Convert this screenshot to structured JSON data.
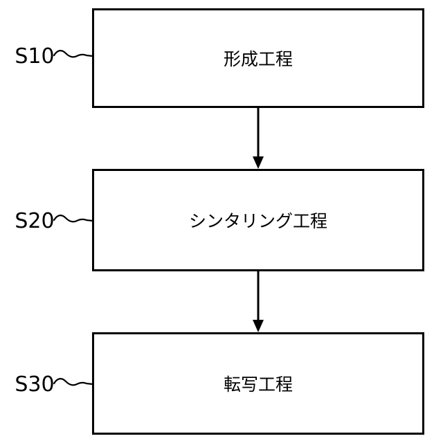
{
  "figure": {
    "type": "flowchart",
    "background_color": "#ffffff",
    "line_color": "#000000",
    "steps": [
      {
        "id": "S10",
        "label": "形成工程"
      },
      {
        "id": "S20",
        "label": "シンタリング工程"
      },
      {
        "id": "S30",
        "label": "転写工程"
      }
    ],
    "connections": [
      {
        "from": "S10",
        "to": "S20",
        "type": "arrow-down"
      },
      {
        "from": "S20",
        "to": "S30",
        "type": "arrow-down"
      }
    ]
  }
}
